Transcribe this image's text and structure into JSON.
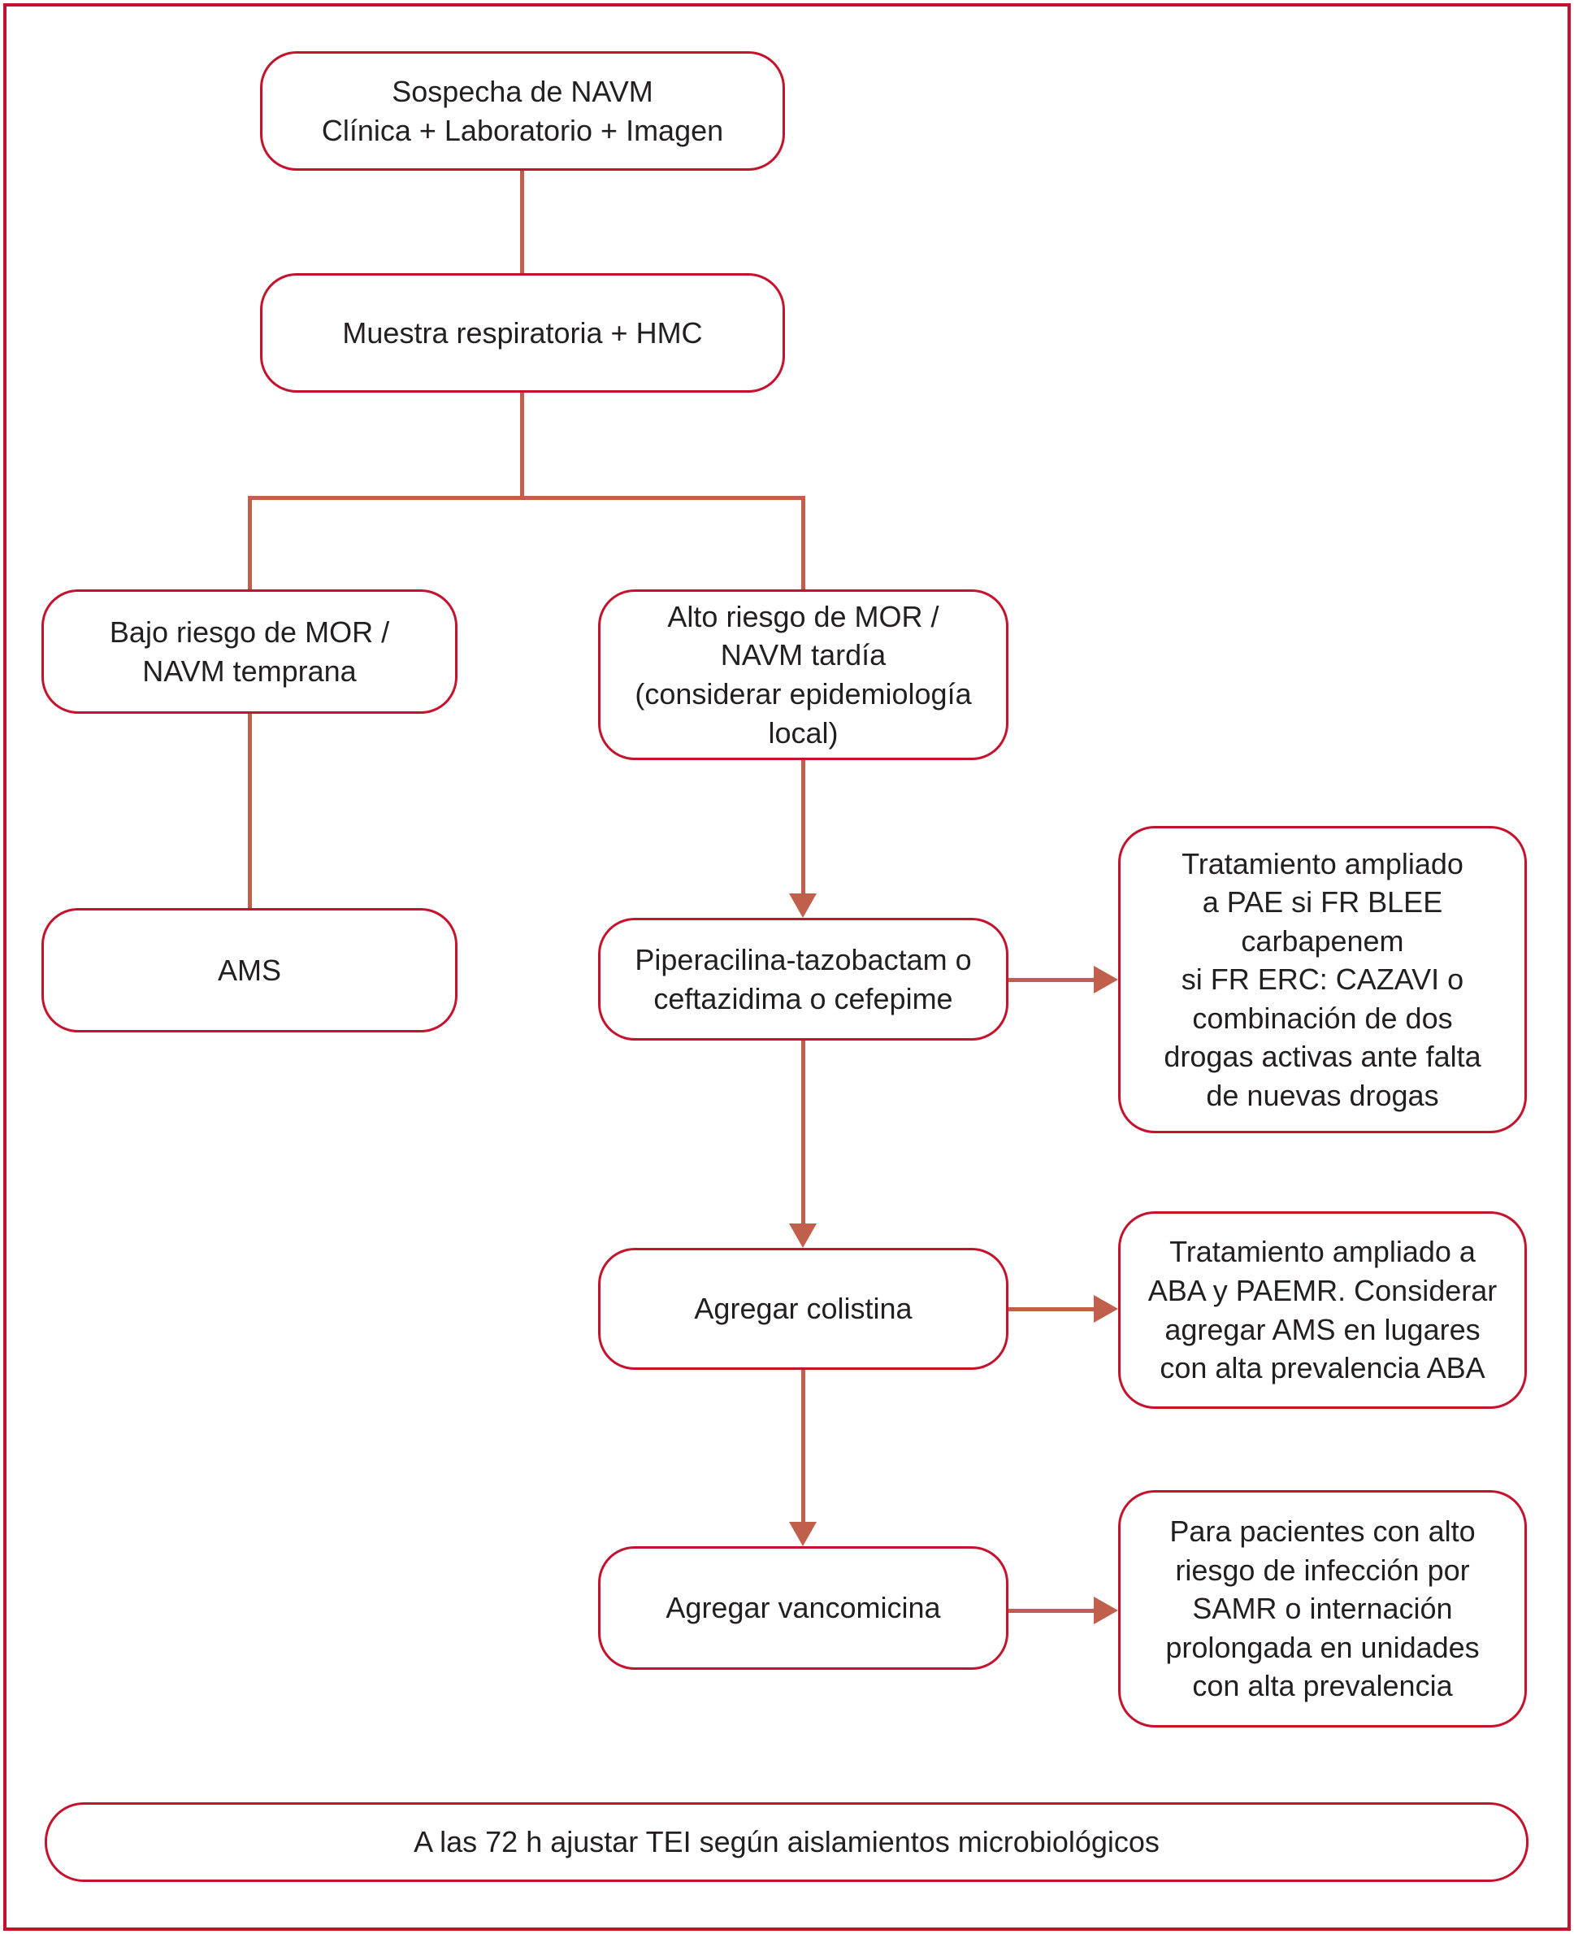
{
  "colors": {
    "box_border": "#c5122d",
    "connector": "#c0604c",
    "text": "#231f20",
    "background": "#ffffff"
  },
  "flow": {
    "nodes": {
      "sospecha": "Sospecha de NAVM\nClínica + Laboratorio + Imagen",
      "muestra": "Muestra respiratoria + HMC",
      "bajo_riesgo": "Bajo riesgo de MOR /\nNAVM temprana",
      "alto_riesgo": "Alto riesgo de MOR /\nNAVM tardía\n(considerar epidemiología\nlocal)",
      "ams": "AMS",
      "piptazo": "Piperacilina-tazobactam o\nceftazidima o cefepime",
      "colistina": "Agregar colistina",
      "vancomicina": "Agregar vancomicina"
    },
    "notes": {
      "blee": "Tratamiento ampliado\na PAE si FR BLEE\ncarbapenem\nsi FR ERC: CAZAVI o\ncombinación de dos\ndrogas activas ante falta\nde nuevas drogas",
      "colistina": "Tratamiento ampliado a\nABA y PAEMR. Considerar\nagregar AMS en lugares\ncon alta prevalencia ABA",
      "vancomicina": "Para pacientes con alto\nriesgo de infección por\nSAMR o internación\nprolongada en unidades\ncon alta prevalencia"
    },
    "footer": "A las 72 h ajustar TEI según aislamientos microbiológicos"
  }
}
